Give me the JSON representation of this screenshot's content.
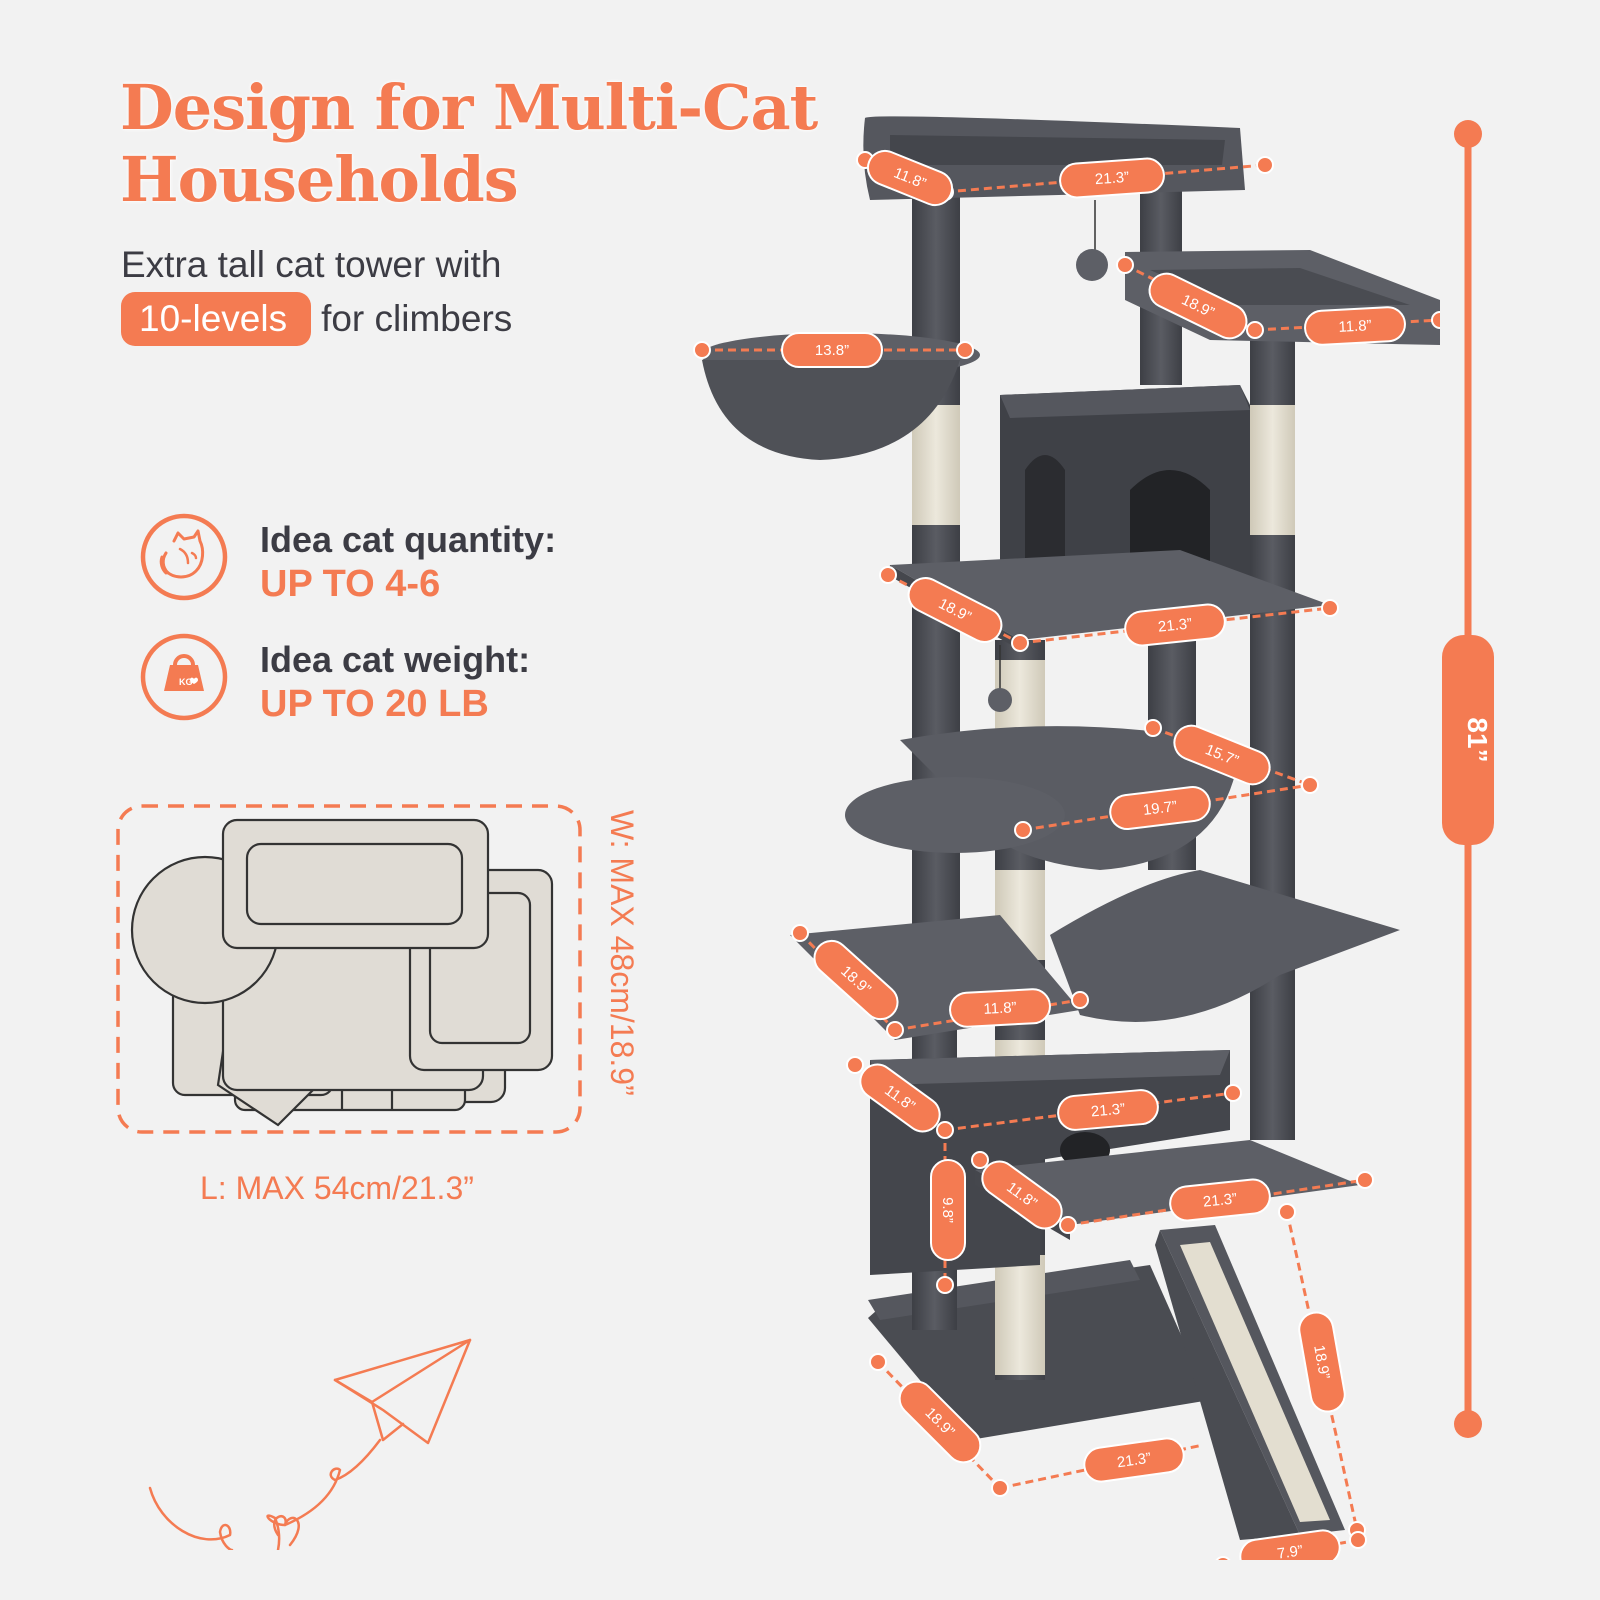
{
  "headline": {
    "line1": "Design for Multi-Cat",
    "line2": "Households"
  },
  "subheadline": {
    "line1": "Extra tall cat tower with",
    "highlight": "10-levels",
    "line2_rest": "for climbers"
  },
  "features": [
    {
      "icon": "cat-icon",
      "label": "Idea cat quantity:",
      "value": "UP TO 4-6"
    },
    {
      "icon": "kg-weight-icon",
      "label": "Idea cat weight:",
      "value": "UP TO 20 LB"
    }
  ],
  "footprint": {
    "length_caption": "L: MAX 54cm/21.3”",
    "width_caption": "W: MAX 48cm/18.9”"
  },
  "total_height": "81”",
  "dimensions": {
    "top_perch_depth": "11.8”",
    "top_perch_width": "21.3”",
    "basket_diameter": "13.8”",
    "side_perch_length": "18.9”",
    "side_perch_width": "11.8”",
    "condo_platform_depth": "18.9”",
    "condo_platform_width": "21.3”",
    "hammock_depth": "15.7”",
    "hammock_width": "19.7”",
    "mid_platform_depth": "18.9”",
    "mid_platform_width": "11.8”",
    "lower_condo_depth": "11.8”",
    "lower_condo_width": "21.3”",
    "lower_condo_height": "9.8”",
    "low_platform_depth": "11.8”",
    "low_platform_width": "21.3”",
    "ramp_length": "18.9”",
    "ramp_width": "7.9”",
    "base_depth": "18.9”",
    "base_width": "21.3”"
  },
  "colors": {
    "accent": "#f47b52",
    "text_dark": "#3c3c44",
    "background": "#f2f2f2",
    "plush_gray": "#5d5f66",
    "sisal": "#e6e1d4"
  }
}
